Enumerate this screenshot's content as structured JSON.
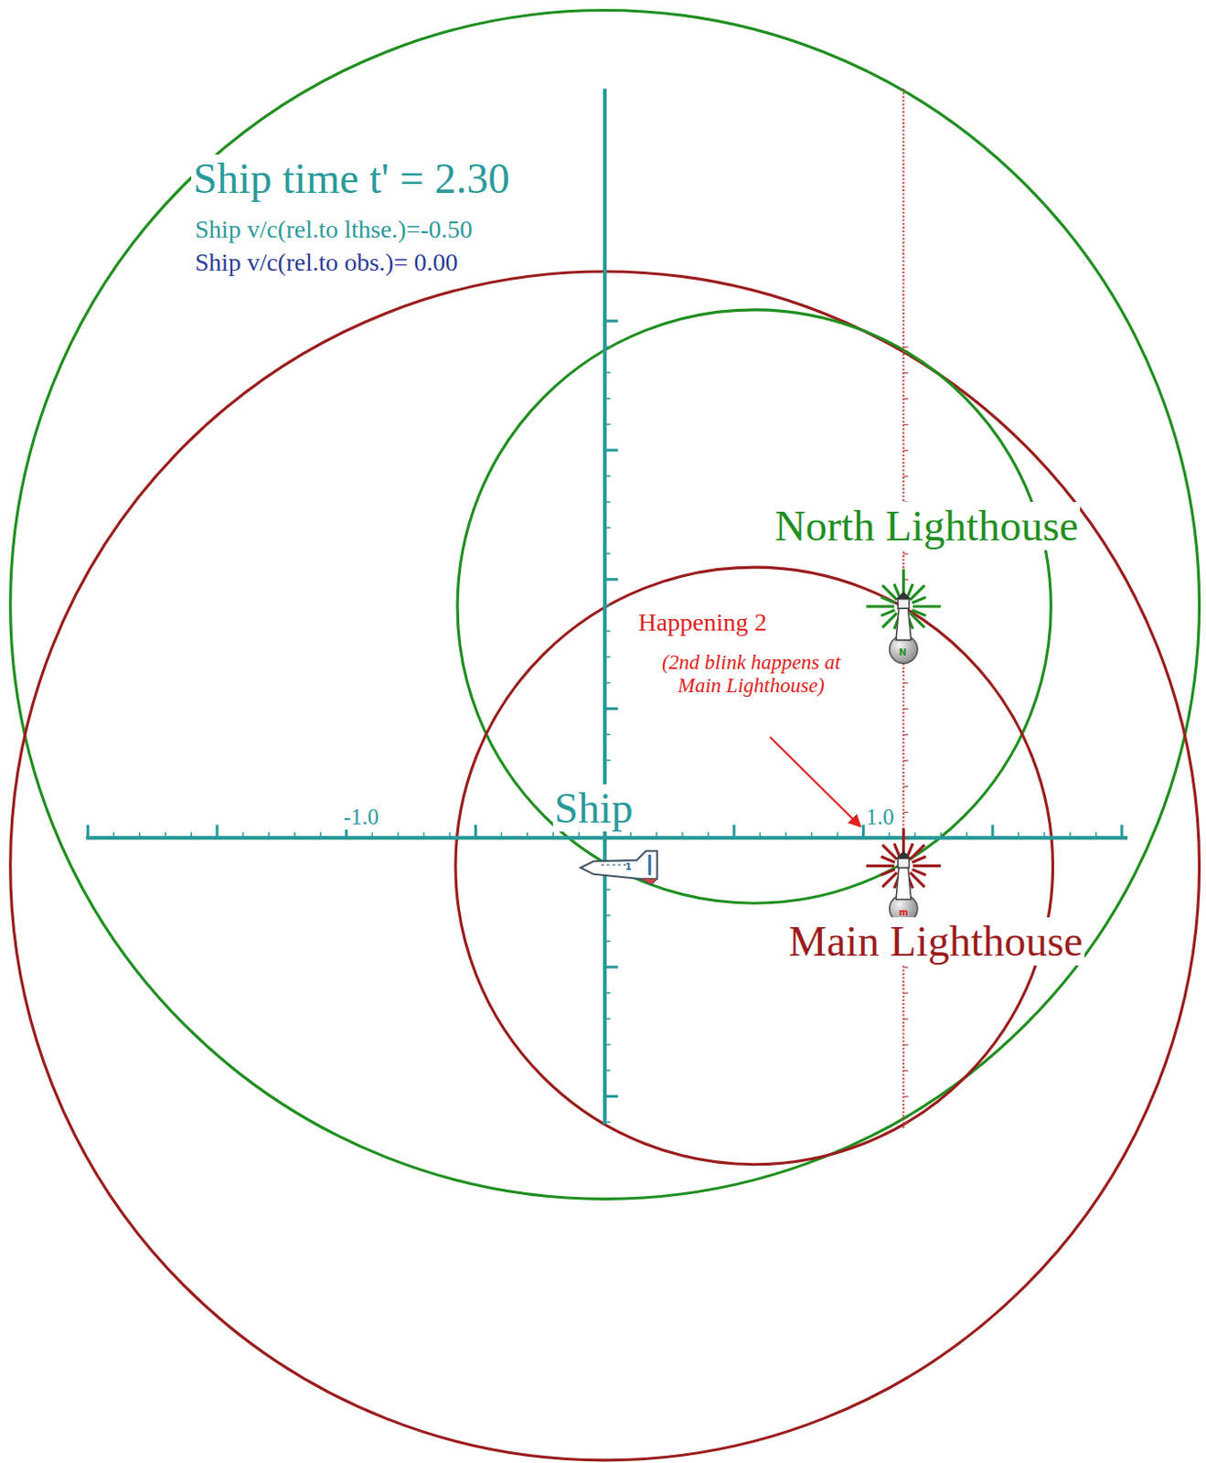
{
  "diagram": {
    "labels": [
      "Ship time t' =  2.30",
      "Ship v/c(rel.to lthse.)=-0.50",
      "Ship  v/c(rel.to obs.)= 0.00",
      "North Lighthouse",
      "Happening 2",
      "(2nd blink happens at Main Lighthouse)",
      "Ship",
      "-1.0",
      "1.0",
      "Main Lighthouse",
      "N",
      "m",
      "1"
    ]
  }
}
